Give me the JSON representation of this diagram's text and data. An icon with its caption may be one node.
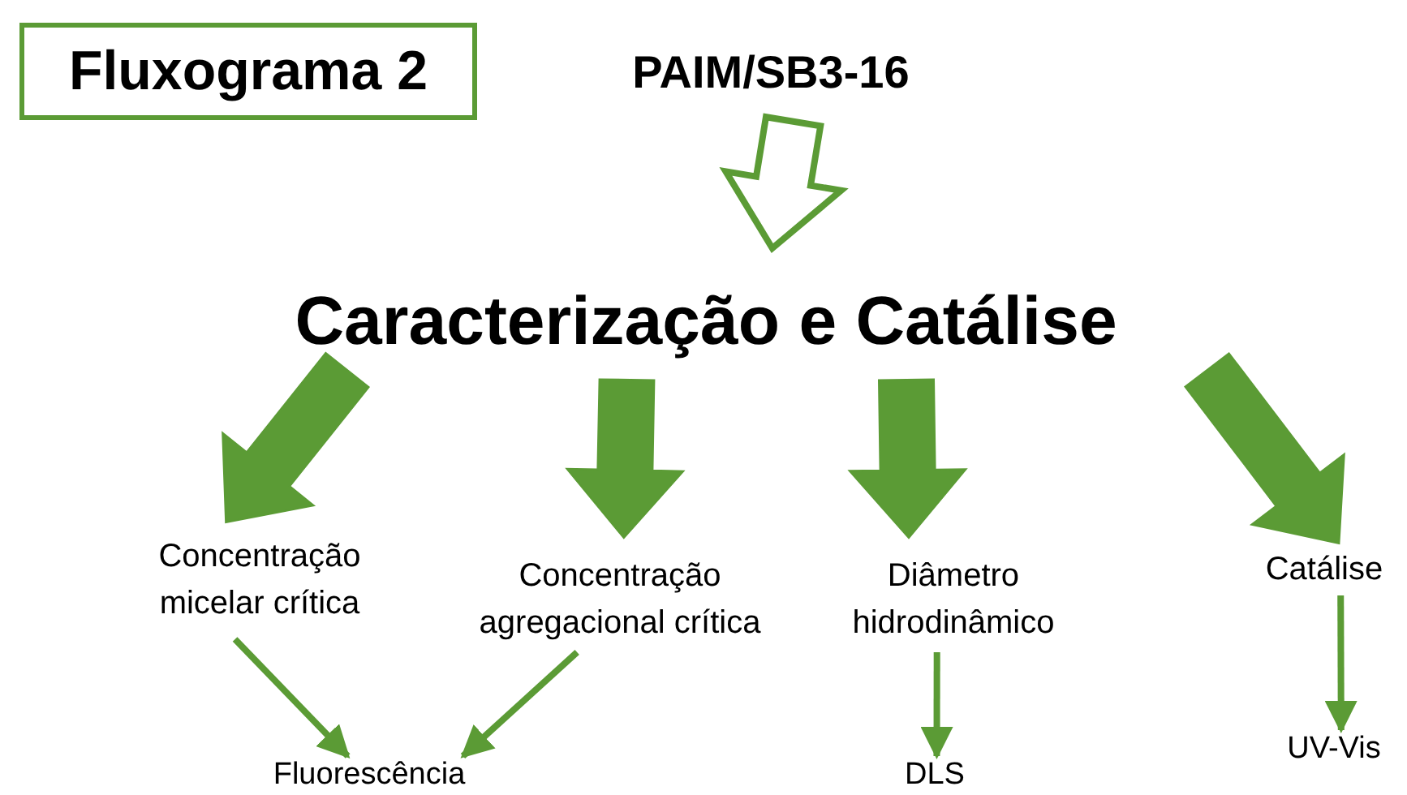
{
  "diagram": {
    "title": "Fluxograma 2",
    "nodes": [
      {
        "text": [
          "PAIM/SB3-16"
        ]
      },
      {
        "text": [
          "Caracterização e Catálise"
        ]
      },
      {
        "text": [
          "Concentração micelar crítica"
        ]
      },
      {
        "text": [
          "Concentração agregacional crítica"
        ]
      },
      {
        "text": [
          "Diâmetro hidrodinâmico"
        ]
      },
      {
        "text": [
          "Catálise"
        ]
      },
      {
        "text": [
          "Fluorescência"
        ]
      },
      {
        "text": [
          "DLS"
        ]
      },
      {
        "text": [
          "UV-Vis"
        ]
      }
    ],
    "edges": [
      {
        "from": 0,
        "to": 1,
        "arrow": "to",
        "style": "thick"
      },
      {
        "from": 1,
        "to": 2,
        "arrow": "to",
        "style": "thick"
      },
      {
        "from": 1,
        "to": 3,
        "arrow": "to",
        "style": "thick"
      },
      {
        "from": 1,
        "to": 4,
        "arrow": "to",
        "style": "thick"
      },
      {
        "from": 1,
        "to": 5,
        "arrow": "to",
        "style": "thick"
      },
      {
        "from": 2,
        "to": 6,
        "arrow": "to"
      },
      {
        "from": 3,
        "to": 6,
        "arrow": "to"
      },
      {
        "from": 4,
        "to": 7,
        "arrow": "to"
      },
      {
        "from": 5,
        "to": 8,
        "arrow": "to"
      }
    ]
  }
}
